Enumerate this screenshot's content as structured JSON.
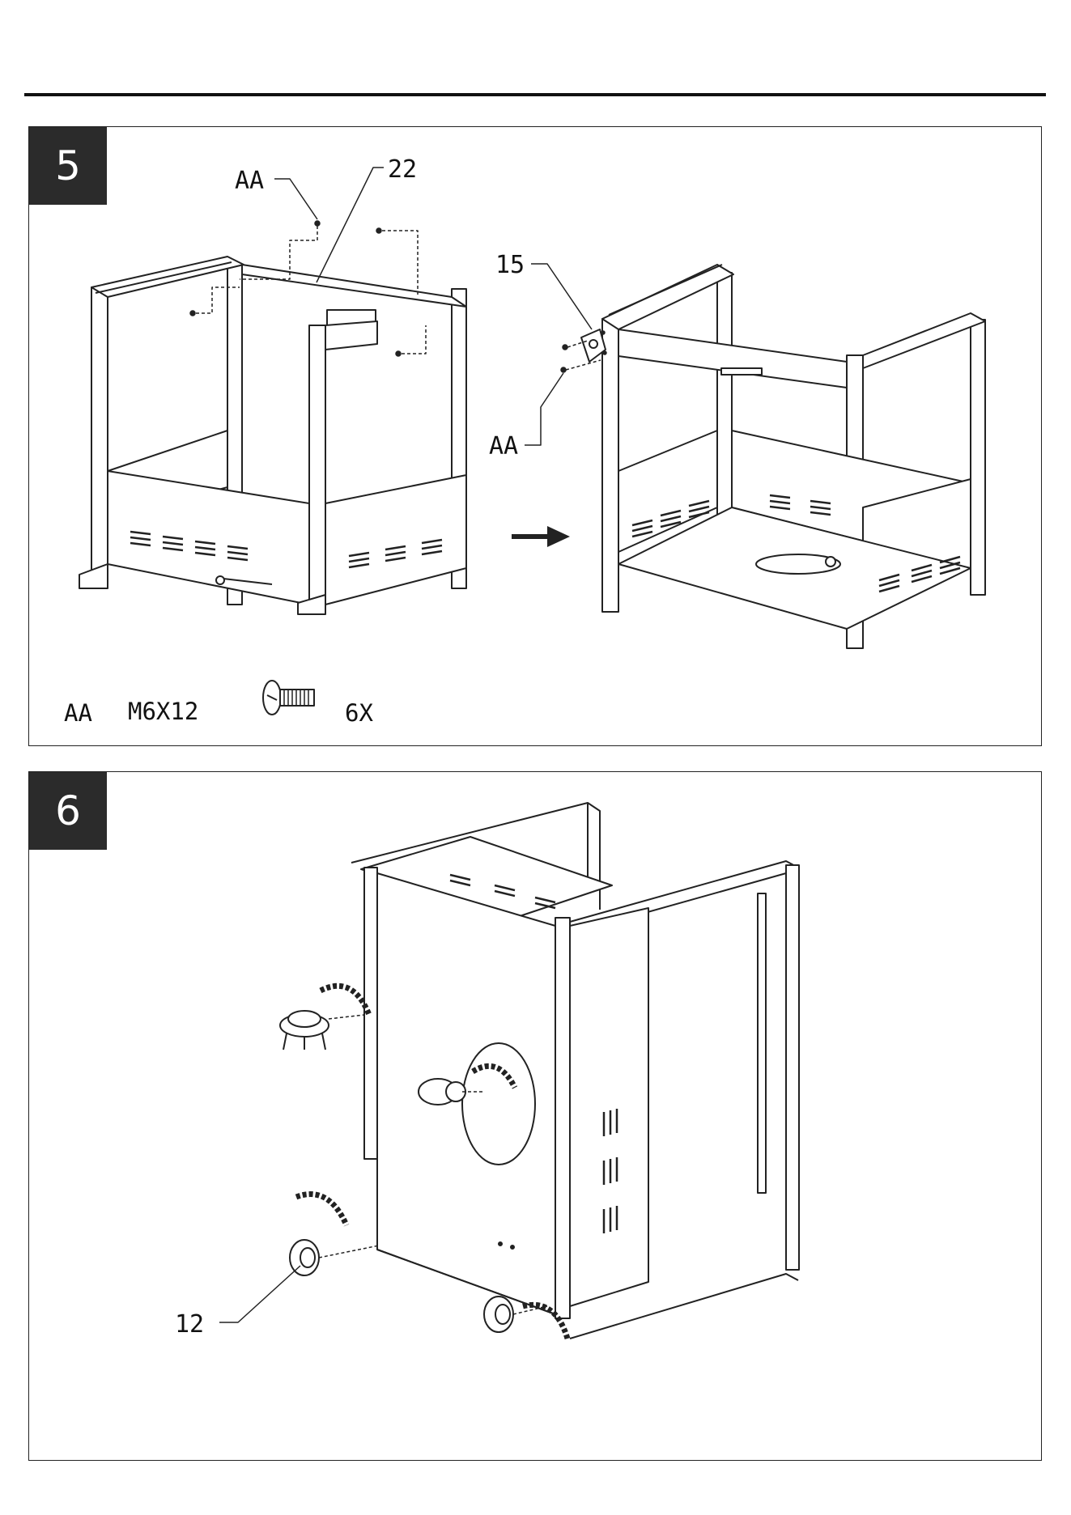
{
  "steps": [
    {
      "number": "5",
      "callouts": {
        "aa_top": "AA",
        "part_22": "22",
        "part_15": "15",
        "aa_side": "AA"
      },
      "hardware": {
        "code": "AA",
        "spec": "M6X12",
        "qty": "6X"
      }
    },
    {
      "number": "6",
      "callouts": {
        "part_12": "12"
      }
    }
  ]
}
